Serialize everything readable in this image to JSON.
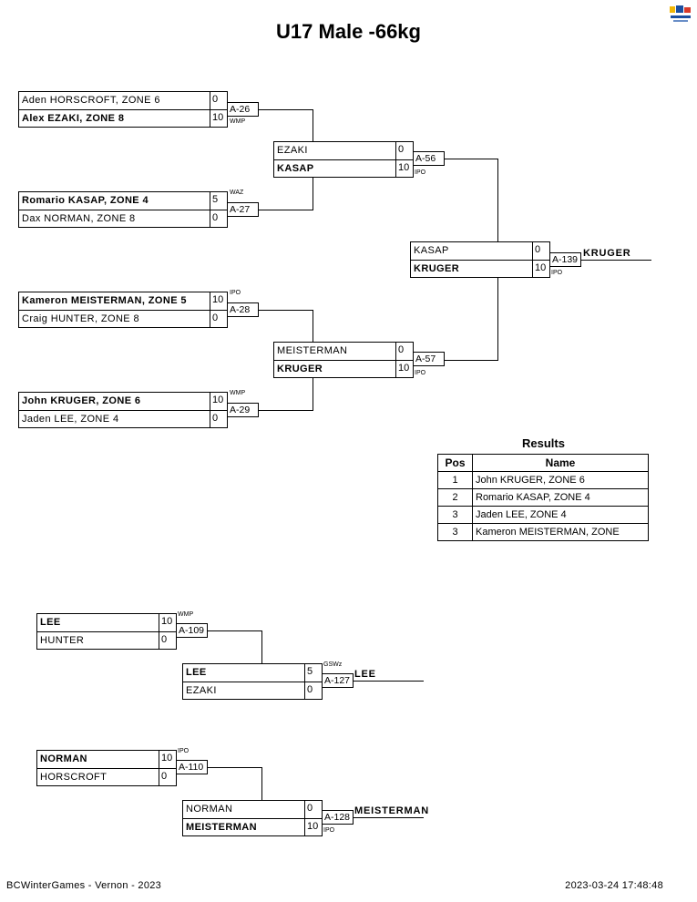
{
  "title": "U17 Male -66kg",
  "logo_icon": "bc-winter-games-logo",
  "matches": {
    "a26": {
      "p1": {
        "name": "Aden HORSCROFT, ZONE 6",
        "score": "0"
      },
      "p2": {
        "name": "Alex EZAKI, ZONE 8",
        "score": "10"
      },
      "id": "A-26",
      "result": "WMP"
    },
    "a27": {
      "p1": {
        "name": "Romario KASAP, ZONE 4",
        "score": "5"
      },
      "p2": {
        "name": "Dax NORMAN, ZONE 8",
        "score": "0"
      },
      "id": "A-27",
      "result": "WAZ"
    },
    "a28": {
      "p1": {
        "name": "Kameron MEISTERMAN, ZONE 5",
        "score": "10"
      },
      "p2": {
        "name": "Craig HUNTER, ZONE 8",
        "score": "0"
      },
      "id": "A-28",
      "result": "IPO"
    },
    "a29": {
      "p1": {
        "name": "John KRUGER, ZONE 6",
        "score": "10"
      },
      "p2": {
        "name": "Jaden LEE, ZONE 4",
        "score": "0"
      },
      "id": "A-29",
      "result": "WMP"
    },
    "a56": {
      "p1": {
        "name": "EZAKI",
        "score": "0"
      },
      "p2": {
        "name": "KASAP",
        "score": "10"
      },
      "id": "A-56",
      "result": "IPO"
    },
    "a57": {
      "p1": {
        "name": "MEISTERMAN",
        "score": "0"
      },
      "p2": {
        "name": "KRUGER",
        "score": "10"
      },
      "id": "A-57",
      "result": "IPO"
    },
    "a139": {
      "p1": {
        "name": "KASAP",
        "score": "0"
      },
      "p2": {
        "name": "KRUGER",
        "score": "10"
      },
      "id": "A-139",
      "result": "IPO",
      "winner": "KRUGER"
    },
    "a109": {
      "p1": {
        "name": "LEE",
        "score": "10"
      },
      "p2": {
        "name": "HUNTER",
        "score": "0"
      },
      "id": "A-109",
      "result": "WMP"
    },
    "a127": {
      "p1": {
        "name": "LEE",
        "score": "5"
      },
      "p2": {
        "name": "EZAKI",
        "score": "0"
      },
      "id": "A-127",
      "result": "GSWz",
      "winner": "LEE"
    },
    "a110": {
      "p1": {
        "name": "NORMAN",
        "score": "10"
      },
      "p2": {
        "name": "HORSCROFT",
        "score": "0"
      },
      "id": "A-110",
      "result": "IPO"
    },
    "a128": {
      "p1": {
        "name": "NORMAN",
        "score": "0"
      },
      "p2": {
        "name": "MEISTERMAN",
        "score": "10"
      },
      "id": "A-128",
      "result": "IPO",
      "winner": "MEISTERMAN"
    }
  },
  "results": {
    "title": "Results",
    "headers": {
      "pos": "Pos",
      "name": "Name"
    },
    "rows": [
      {
        "pos": "1",
        "name": "John KRUGER, ZONE 6"
      },
      {
        "pos": "2",
        "name": "Romario KASAP, ZONE 4"
      },
      {
        "pos": "3",
        "name": "Jaden LEE, ZONE 4"
      },
      {
        "pos": "3",
        "name": "Kameron MEISTERMAN, ZONE"
      }
    ]
  },
  "footer": {
    "left": "BCWinterGames - Vernon - 2023",
    "right": "2023-03-24 17:48:48"
  }
}
